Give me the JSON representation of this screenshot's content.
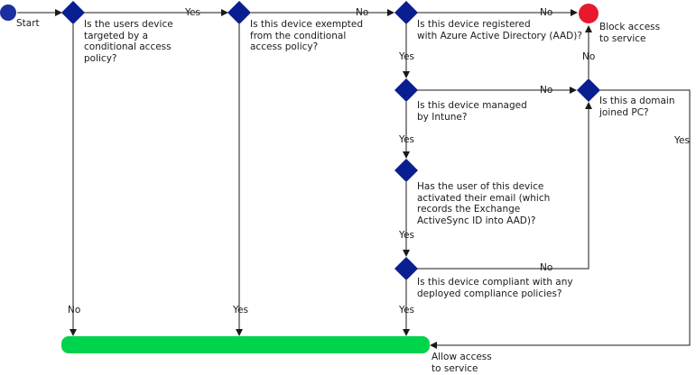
{
  "nodes": {
    "start": {
      "label": "Start"
    },
    "targeted": {
      "question": "Is the users device\ntargeted by a\nconditional access\npolicy?"
    },
    "exempted": {
      "question": "Is this device exempted\nfrom the conditional\naccess policy?"
    },
    "registered": {
      "question": "Is this device registered\nwith Azure Active Directory (AAD)?"
    },
    "managed": {
      "question": "Is this device managed\nby Intune?"
    },
    "activated": {
      "question": "Has the user of this device\nactivated their email (which\nrecords the Exchange\nActiveSync ID into AAD)?"
    },
    "compliant": {
      "question": "Is this device compliant with any\ndeployed compliance policies?"
    },
    "domain": {
      "question": "Is this a domain\njoined PC?"
    },
    "block": {
      "label": "Block access\nto service"
    },
    "allow": {
      "label": "Allow access\nto service"
    }
  },
  "edges": {
    "targeted_yes": "Yes",
    "exempted_no": "No",
    "registered_no": "No",
    "registered_yes": "Yes",
    "managed_no": "No",
    "managed_yes": "Yes",
    "activated_yes": "Yes",
    "compliant_no": "No",
    "compliant_yes": "Yes",
    "domain_no": "No",
    "domain_yes": "Yes",
    "targeted_no": "No",
    "exempted_yes": "Yes"
  },
  "colors": {
    "diamond": "#0a1f8f",
    "start": "#1c2f9e",
    "block": "#e8192c",
    "allow_bar": "#00d34c",
    "line": "#1a1a1a"
  }
}
